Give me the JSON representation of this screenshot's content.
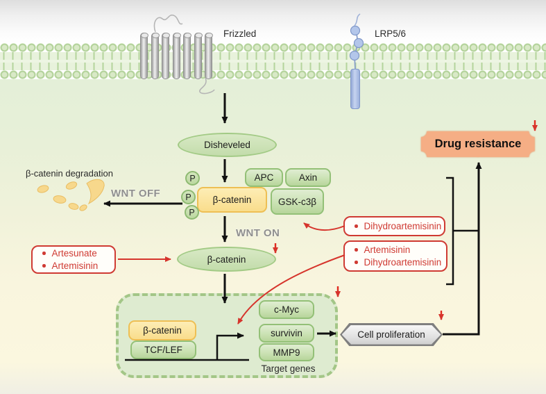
{
  "labels": {
    "frizzled": "Frizzled",
    "lrp": "LRP5/6",
    "disheveled": "Disheveled",
    "apc": "APC",
    "axin": "Axin",
    "gsk": "GSK-c3β",
    "beta_catenin": "β-catenin",
    "phospho": "P",
    "wnt_off": "WNT OFF",
    "wnt_on": "WNT ON",
    "degradation": "β-catenin degradation",
    "tcf_lef": "TCF/LEF",
    "c_myc": "c-Myc",
    "survivin": "survivin",
    "mmp9": "MMP9",
    "target_genes": "Target genes",
    "cell_proliferation": "Cell proliferation",
    "drug_resistance": "Drug resistance"
  },
  "drugs": {
    "artesunate_box": [
      "Artesunate",
      "Artemisinin"
    ],
    "dha_box": [
      "Dihydroartemisinin"
    ],
    "art_dha_box": [
      "Artemisinin",
      "Dihydroartemisinin"
    ]
  },
  "colors": {
    "membrane_green": "#c6deb0",
    "node_green_fill": "#cbe2b4",
    "node_green_border": "#93c077",
    "node_yellow_fill": "#f9dd8c",
    "node_yellow_border": "#eebf54",
    "drug_red": "#cf3a33",
    "resistance_orange": "#f5ae85",
    "arrow_black": "#111111",
    "arrow_red": "#d6342c",
    "state_gray": "#8f8f8f",
    "proliferation_gray": "#d9d9d9",
    "receptor_blue": "#a9bee6"
  }
}
